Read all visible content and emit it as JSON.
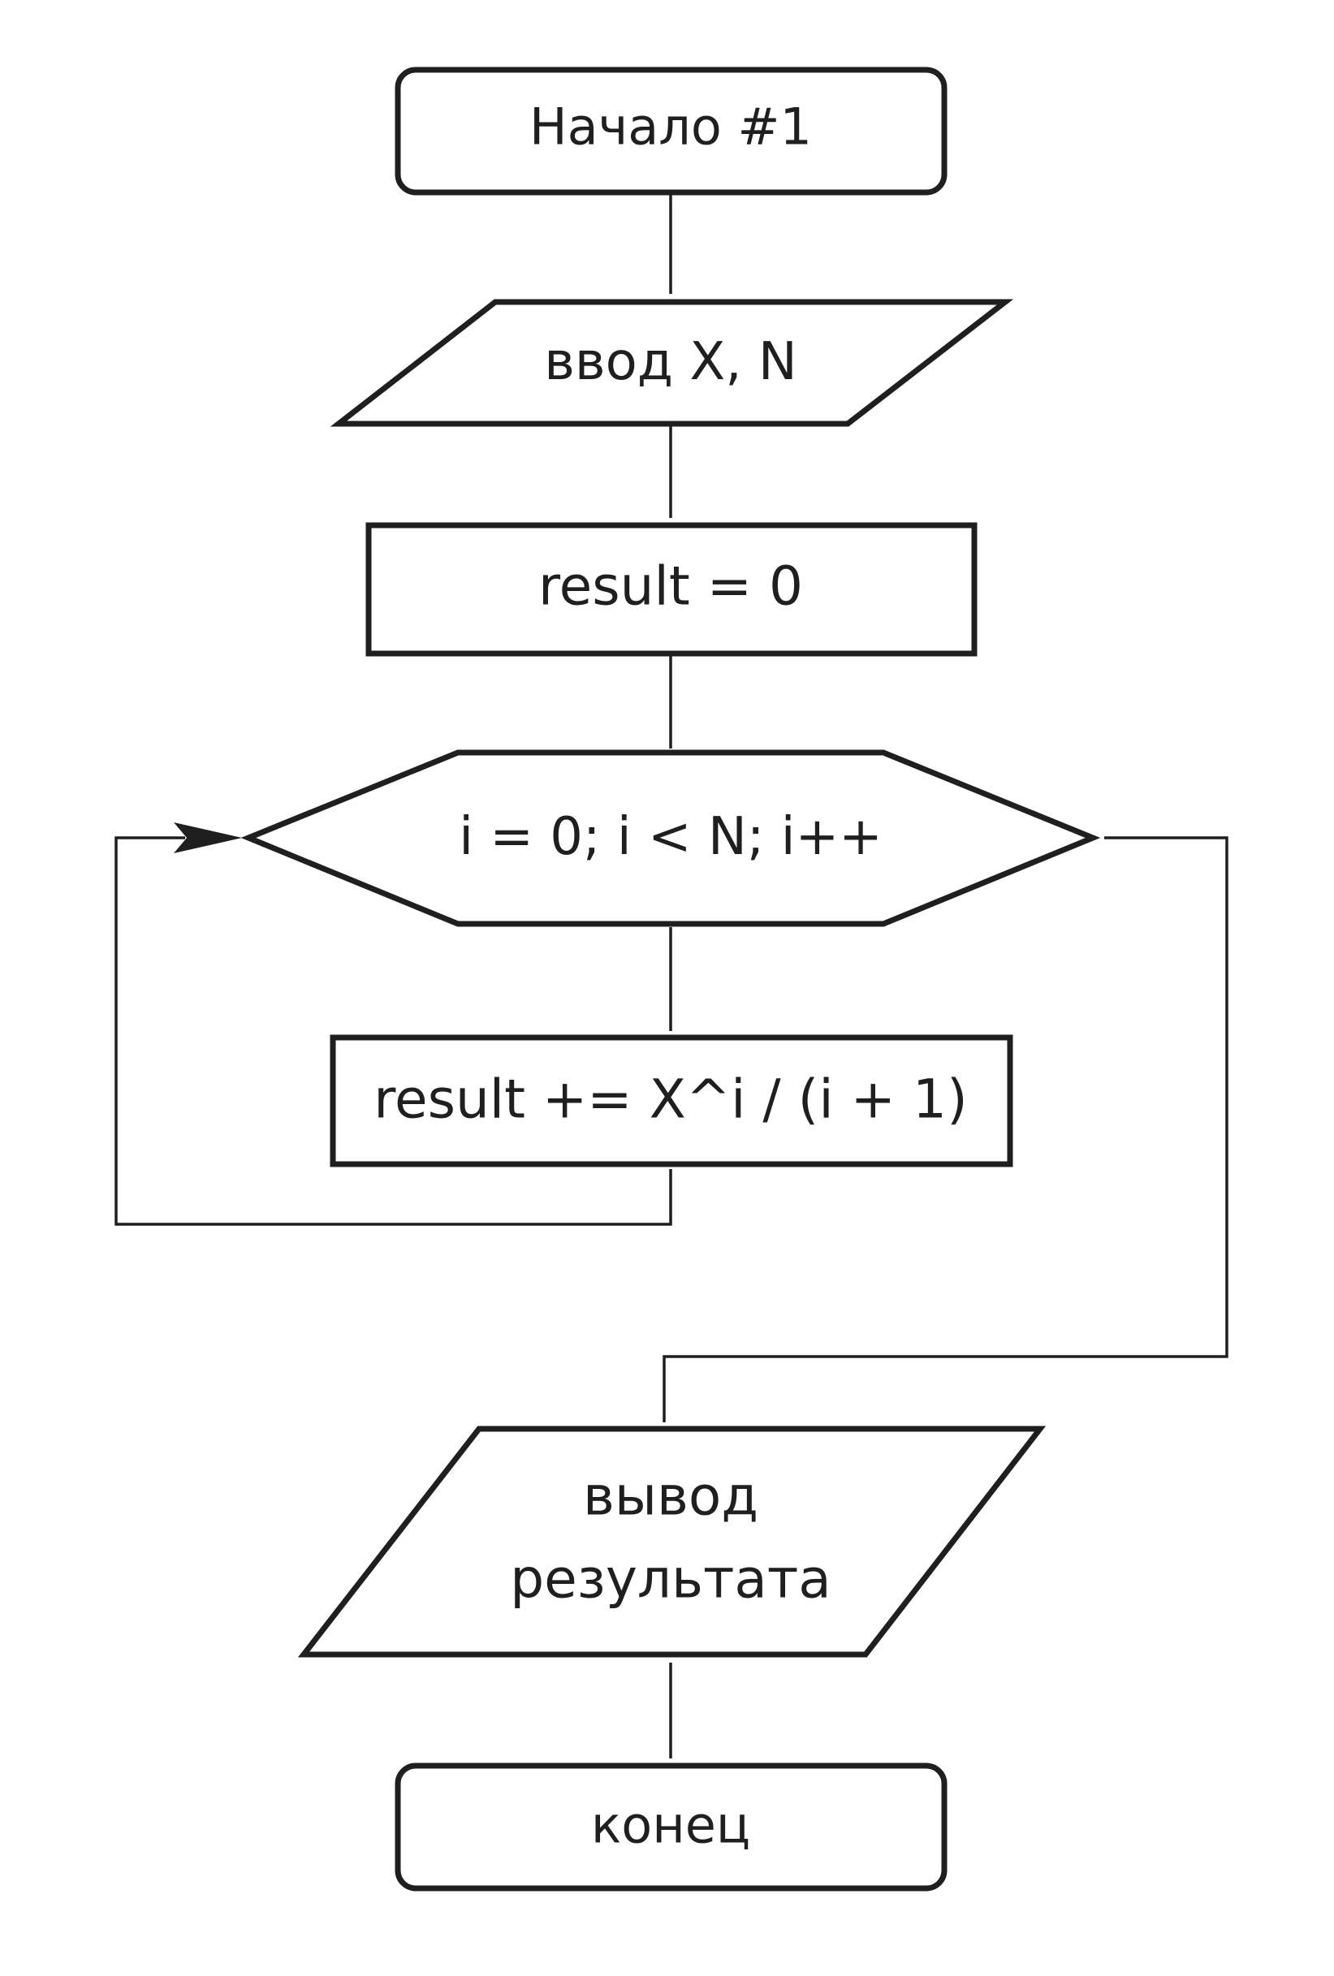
{
  "nodes": {
    "start": {
      "label": "Начало #1"
    },
    "input": {
      "label": "ввод X, N"
    },
    "init": {
      "label": "result = 0"
    },
    "loop": {
      "label": "i = 0; i < N; i++"
    },
    "body": {
      "label": "result += X^i / (i + 1)"
    },
    "output": {
      "line1": "вывод",
      "line2": "результата"
    },
    "end": {
      "label": "конец"
    }
  },
  "colors": {
    "stroke": "#1f1f1f",
    "background": "#ffffff"
  }
}
